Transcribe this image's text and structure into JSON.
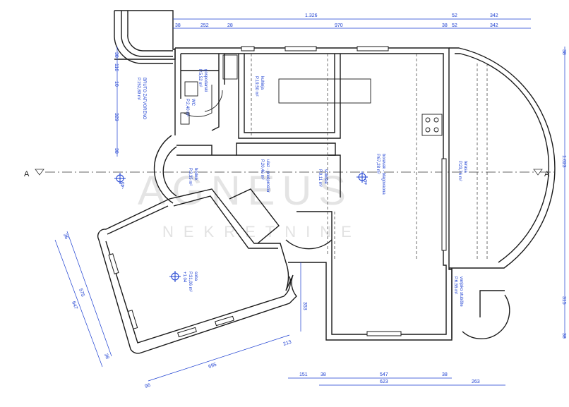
{
  "dimensions": {
    "top": [
      "1.326",
      "52",
      "342"
    ],
    "top2": [
      "38",
      "252",
      "28",
      "970",
      "38",
      "52",
      "342"
    ],
    "left": [
      "38",
      "116",
      "10",
      "329",
      "38"
    ],
    "right": [
      "38",
      "1.023",
      "315",
      "38"
    ],
    "bottom1": [
      "151",
      "38",
      "547",
      "38"
    ],
    "bottom2": [
      "623",
      "263"
    ],
    "diag": [
      "575",
      "647",
      "36",
      "38",
      "96",
      "695",
      "213",
      "353"
    ]
  },
  "rooms": {
    "bruto": [
      "BRUTO ZATVORENO",
      "P.152,89 m²"
    ],
    "gospodarska": [
      "gospodarski",
      "P.5,52 m²"
    ],
    "wc": [
      "WC",
      "P.2,40 m²"
    ],
    "kuhinja": [
      "kuhinja",
      "P.19,50 m²"
    ],
    "boravak": [
      "boravak - blagovaona",
      "P.67,28 m²"
    ],
    "terasa": [
      "terasa",
      "P.23,76 m²"
    ],
    "ulaz": [
      "ulaz - predprostor",
      "P.20,46 m²"
    ],
    "hodnik": [
      "hodnik",
      "P.3,35 m²"
    ],
    "stubiste": [
      "stubište",
      "P.9,11 m²"
    ],
    "soba": [
      "soba",
      "P.31,06 m²",
      "+1.04"
    ],
    "vanjsko": [
      "vanjsko stubište",
      "P.6,55 m²"
    ]
  },
  "levels": {
    "a": "-45",
    "b": "±0"
  },
  "section": {
    "label": "A"
  },
  "watermark": {
    "line1": "AGNEUS",
    "line2": "NEKRETNINE"
  },
  "colors": {
    "wall": "#1a1a1a",
    "dimension": "#1a3dd1",
    "wall_fill": "#ffffff"
  }
}
